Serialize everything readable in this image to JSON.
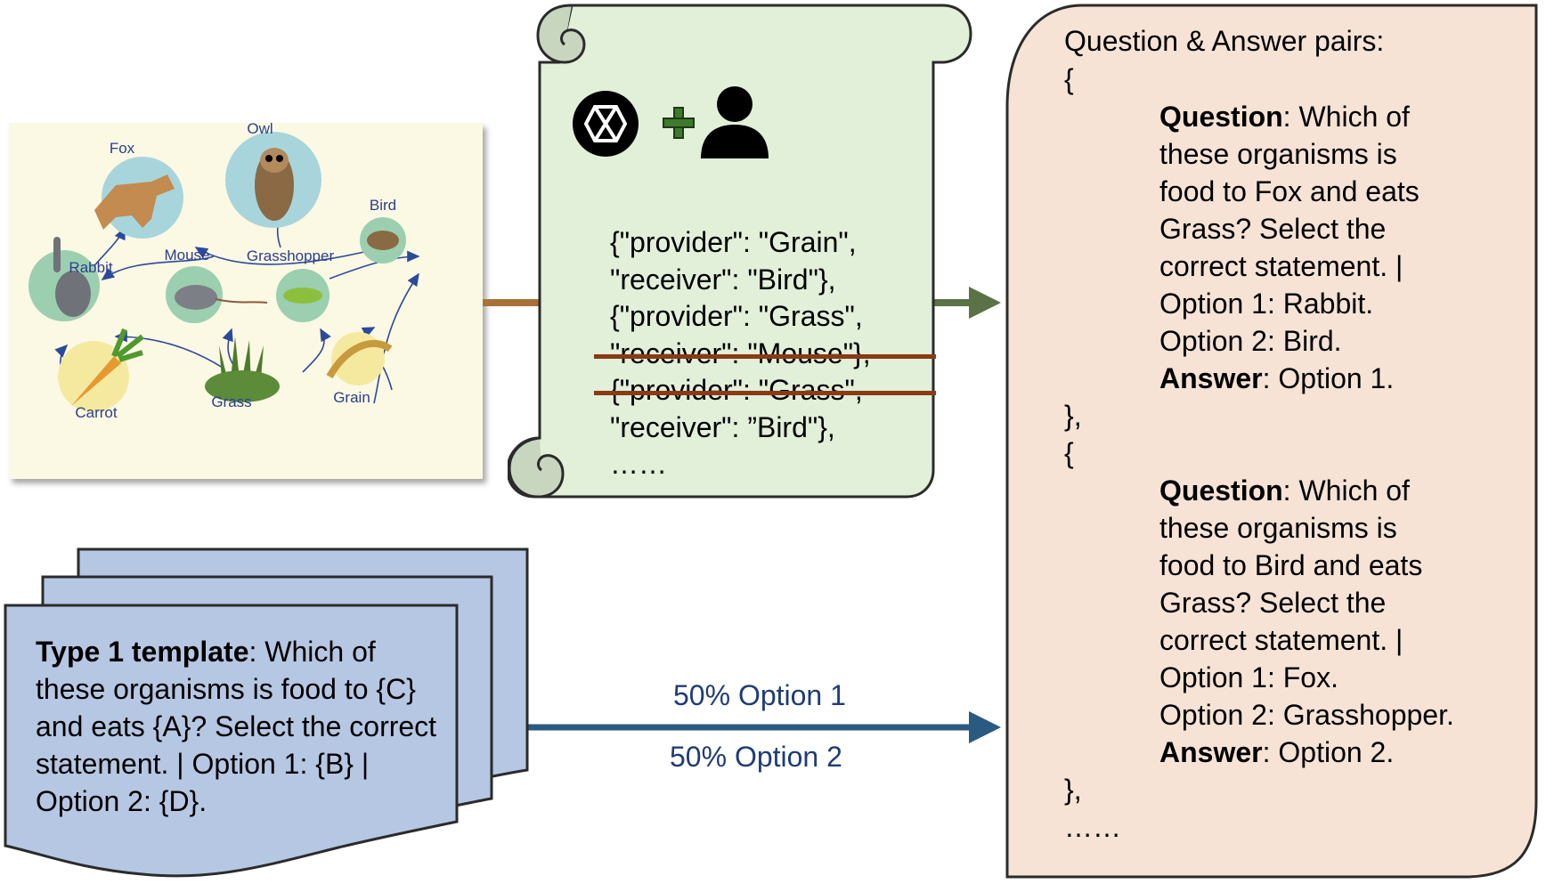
{
  "food_web": {
    "organisms": {
      "fox": "Fox",
      "owl": "Owl",
      "bird": "Bird",
      "rabbit": "Rabbit",
      "mouse": "Mouse",
      "grasshopper": "Grasshopper",
      "carrot": "Carrot",
      "grass": "Grass",
      "grain": "Grain"
    }
  },
  "scroll": {
    "icons": [
      "openai-logo-icon",
      "plus-icon",
      "person-icon"
    ],
    "lines": [
      {
        "text": "{\"provider\": \"Grain\",",
        "struck": false
      },
      {
        "text": "\"receiver\": \"Bird\"},",
        "struck": false
      },
      {
        "text": "{\"provider\": \"Grass\",",
        "struck": false
      },
      {
        "text": "\"receiver\": \"Mouse\"},",
        "struck": true
      },
      {
        "text": "{\"provider\": \"Grass\",",
        "struck": true
      },
      {
        "text": "\"receiver\": ”Bird\"},",
        "struck": false
      },
      {
        "text": "……",
        "struck": false
      }
    ],
    "strike_color": "#8a3a14"
  },
  "qa": {
    "title": "Question & Answer pairs:",
    "open_brace": "{",
    "close_brace": "},",
    "ellipsis": "……",
    "question_label": "Question",
    "answer_label": "Answer",
    "pairs": [
      {
        "question_rest": ": Which of these organisms is food to Fox and eats Grass? Select the correct statement. | Option 1: Rabbit. Option 2: Bird.",
        "q_lines": [
          "these organisms is",
          "food to Fox and eats",
          "Grass? Select the",
          "correct statement. |",
          "Option 1: Rabbit.",
          "Option 2: Bird."
        ],
        "q_first": ": Which of",
        "answer": ": Option 1."
      },
      {
        "question_rest": ": Which of these organisms is food to Bird and eats Grass? Select the correct statement. | Option 1: Fox. Option 2: Grasshopper.",
        "q_lines": [
          "these organisms is",
          "food to Bird and eats",
          "Grass? Select the",
          "correct statement. |",
          "Option 1: Fox.",
          "Option 2: Grasshopper."
        ],
        "q_first": ": Which of",
        "answer": ": Option 2."
      }
    ],
    "background": "#f6e3d5"
  },
  "template": {
    "label": "Type 1 template",
    "text": ": Which of these organisms is food to {C} and eats {A}? Select the correct statement. | Option 1: {B} | Option 2: {D}.",
    "background": "#b6c7e3"
  },
  "split": {
    "option1": "50% Option 1",
    "option2": "50% Option 2"
  },
  "colors": {
    "arrow_brown": "#a8713a",
    "arrow_green": "#5a7246",
    "arrow_blue": "#2a5a80",
    "scroll_fill": "#e2efd9",
    "node_circle": "#a8d5dc",
    "node_circle_green": "#9bcfb0"
  }
}
